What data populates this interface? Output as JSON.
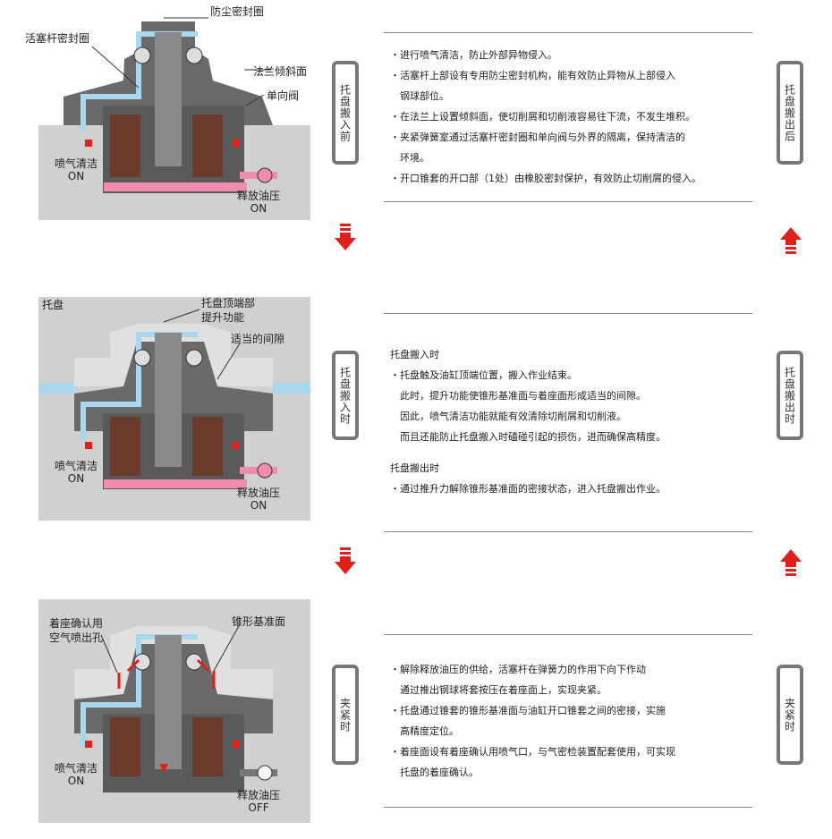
{
  "stage1": {
    "labels": {
      "dust_seal": "防尘密封圈",
      "rod_seal": "活塞杆密封圈",
      "flange_slope": "法兰倾斜面",
      "check_valve": "单向阀",
      "air_clean": "喷气清洁",
      "air_clean_state": "ON",
      "release_pressure": "释放油压",
      "release_state": "ON"
    },
    "tab_left": "托盘搬入前",
    "tab_right": "托盘搬出后",
    "bullets": [
      "・进行喷气清洁，防止外部异物侵入。",
      "・活塞杆上部设有专用防尘密封机构，能有效防止异物从上部侵入",
      "　钢球部位。",
      "・在法兰上设置倾斜面，使切削屑和切削液容易往下流，不发生堆积。",
      "・夹紧弹簧室通过活塞杆密封圈和单向阀与外界的隔离，保持清洁的",
      "　环境。",
      "・开口锥套的开口部（1处）由橡胶密封保护，有效防止切削屑的侵入。"
    ]
  },
  "stage2": {
    "labels": {
      "pallet": "托盘",
      "top_part": "托盘顶端部",
      "lift_function": "提升功能",
      "proper_gap": "适当的间隙",
      "air_clean": "喷气清洁",
      "air_clean_state": "ON",
      "release_pressure": "释放油压",
      "release_state": "ON"
    },
    "tab_left": "托盘搬入时",
    "tab_right": "托盘搬出时",
    "heading_in": "托盘搬入时",
    "bullets_in": [
      "・托盘触及油缸顶端位置，搬入作业结束。",
      "　此时，提升功能使锥形基准面与着座面形成适当的间隙。",
      "　因此，喷气清洁功能就能有效清除切削屑和切削液。",
      "　而且还能防止托盘搬入时磕碰引起的损伤，进而确保高精度。"
    ],
    "heading_out": "托盘搬出时",
    "bullets_out": [
      "・通过推升力解除锥形基准面的密接状态，进入托盘搬出作业。"
    ]
  },
  "stage3": {
    "labels": {
      "seat_check_1": "着座确认用",
      "seat_check_2": "空气喷出孔",
      "taper_ref": "锥形基准面",
      "air_clean": "喷气清洁",
      "air_clean_state": "ON",
      "release_pressure": "释放油压",
      "release_state": "OFF"
    },
    "tab_left": "夹紧时",
    "tab_right": "夹紧时",
    "bullets": [
      "・解除释放油压的供给，活塞杆在弹簧力的作用下向下作动",
      "　通过推出钢球将套按压在着座面上，实现夹紧。",
      "・托盘通过锥套的锥形基准面与油缸开口锥套之间的密接，实施",
      "　高精度定位。",
      "・着座面设有着座确认用喷气口，与气密检装置配套使用，可实现",
      "　托盘的着座确认。"
    ]
  },
  "colors": {
    "red": "#e0201a",
    "air": "#a8d8f0",
    "body": "#5a5a5a",
    "pink": "#f08cb0",
    "coil": "#6b3c2c"
  }
}
